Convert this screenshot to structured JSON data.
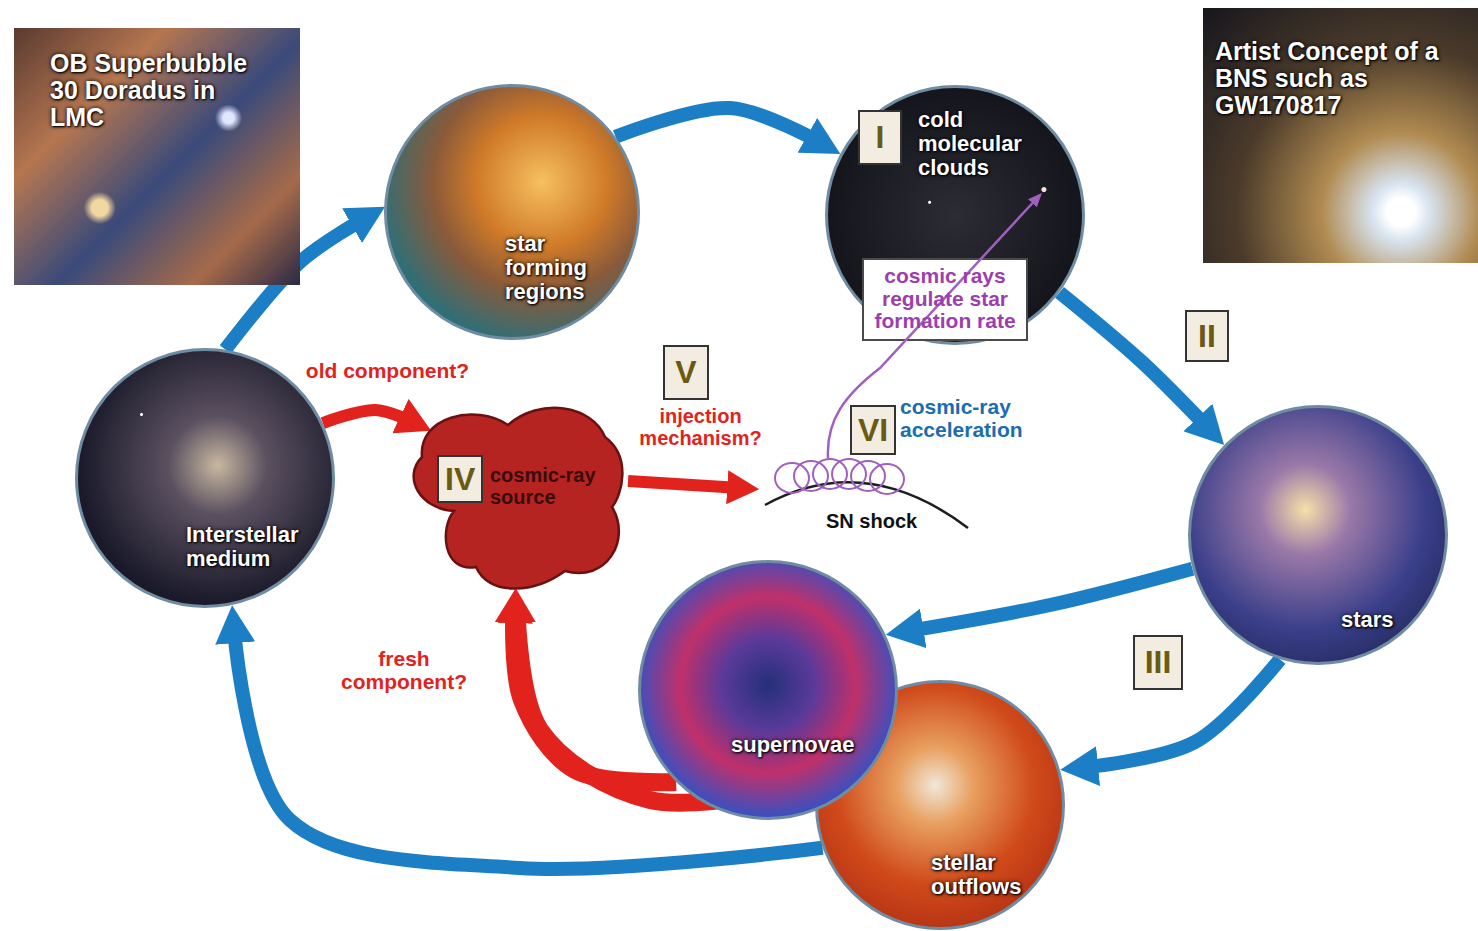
{
  "diagram": {
    "nodes": [
      {
        "text": [
          "OB Superbubble 30 Doradus in LMC"
        ]
      },
      {
        "text": [
          "star forming regions"
        ]
      },
      {
        "text": [
          "cold molecular clouds"
        ]
      },
      {
        "text": [
          "Artist Concept of a BNS such as GW170817"
        ]
      },
      {
        "text": [
          "cosmic rays regulate star formation rate"
        ]
      },
      {
        "text": [
          "Interstellar medium"
        ]
      },
      {
        "text": [
          "cosmic-ray source"
        ]
      },
      {
        "text": [
          "stars"
        ]
      },
      {
        "text": [
          "supernovae"
        ]
      },
      {
        "text": [
          "stellar outflows"
        ]
      }
    ],
    "edges": [
      {
        "from": 5,
        "to": 1,
        "arrow": "to"
      },
      {
        "from": 1,
        "to": 2,
        "arrow": "to"
      },
      {
        "from": 2,
        "to": 7,
        "arrow": "to"
      },
      {
        "from": 7,
        "to": 8,
        "arrow": "to"
      },
      {
        "from": 7,
        "to": 9,
        "arrow": "to"
      },
      {
        "from": 9,
        "to": 5,
        "arrow": "to"
      },
      {
        "from": 5,
        "to": 6,
        "label": "old component?",
        "arrow": "to"
      },
      {
        "from": 8,
        "to": 6,
        "label": "fresh component?",
        "arrow": "to"
      },
      {
        "from": 9,
        "to": 6,
        "arrow": "to"
      }
    ],
    "labels": [
      "I",
      "II",
      "III",
      "IV",
      "V",
      "injection mechanism?",
      "VI",
      "cosmic-ray acceleration",
      "SN shock"
    ]
  }
}
